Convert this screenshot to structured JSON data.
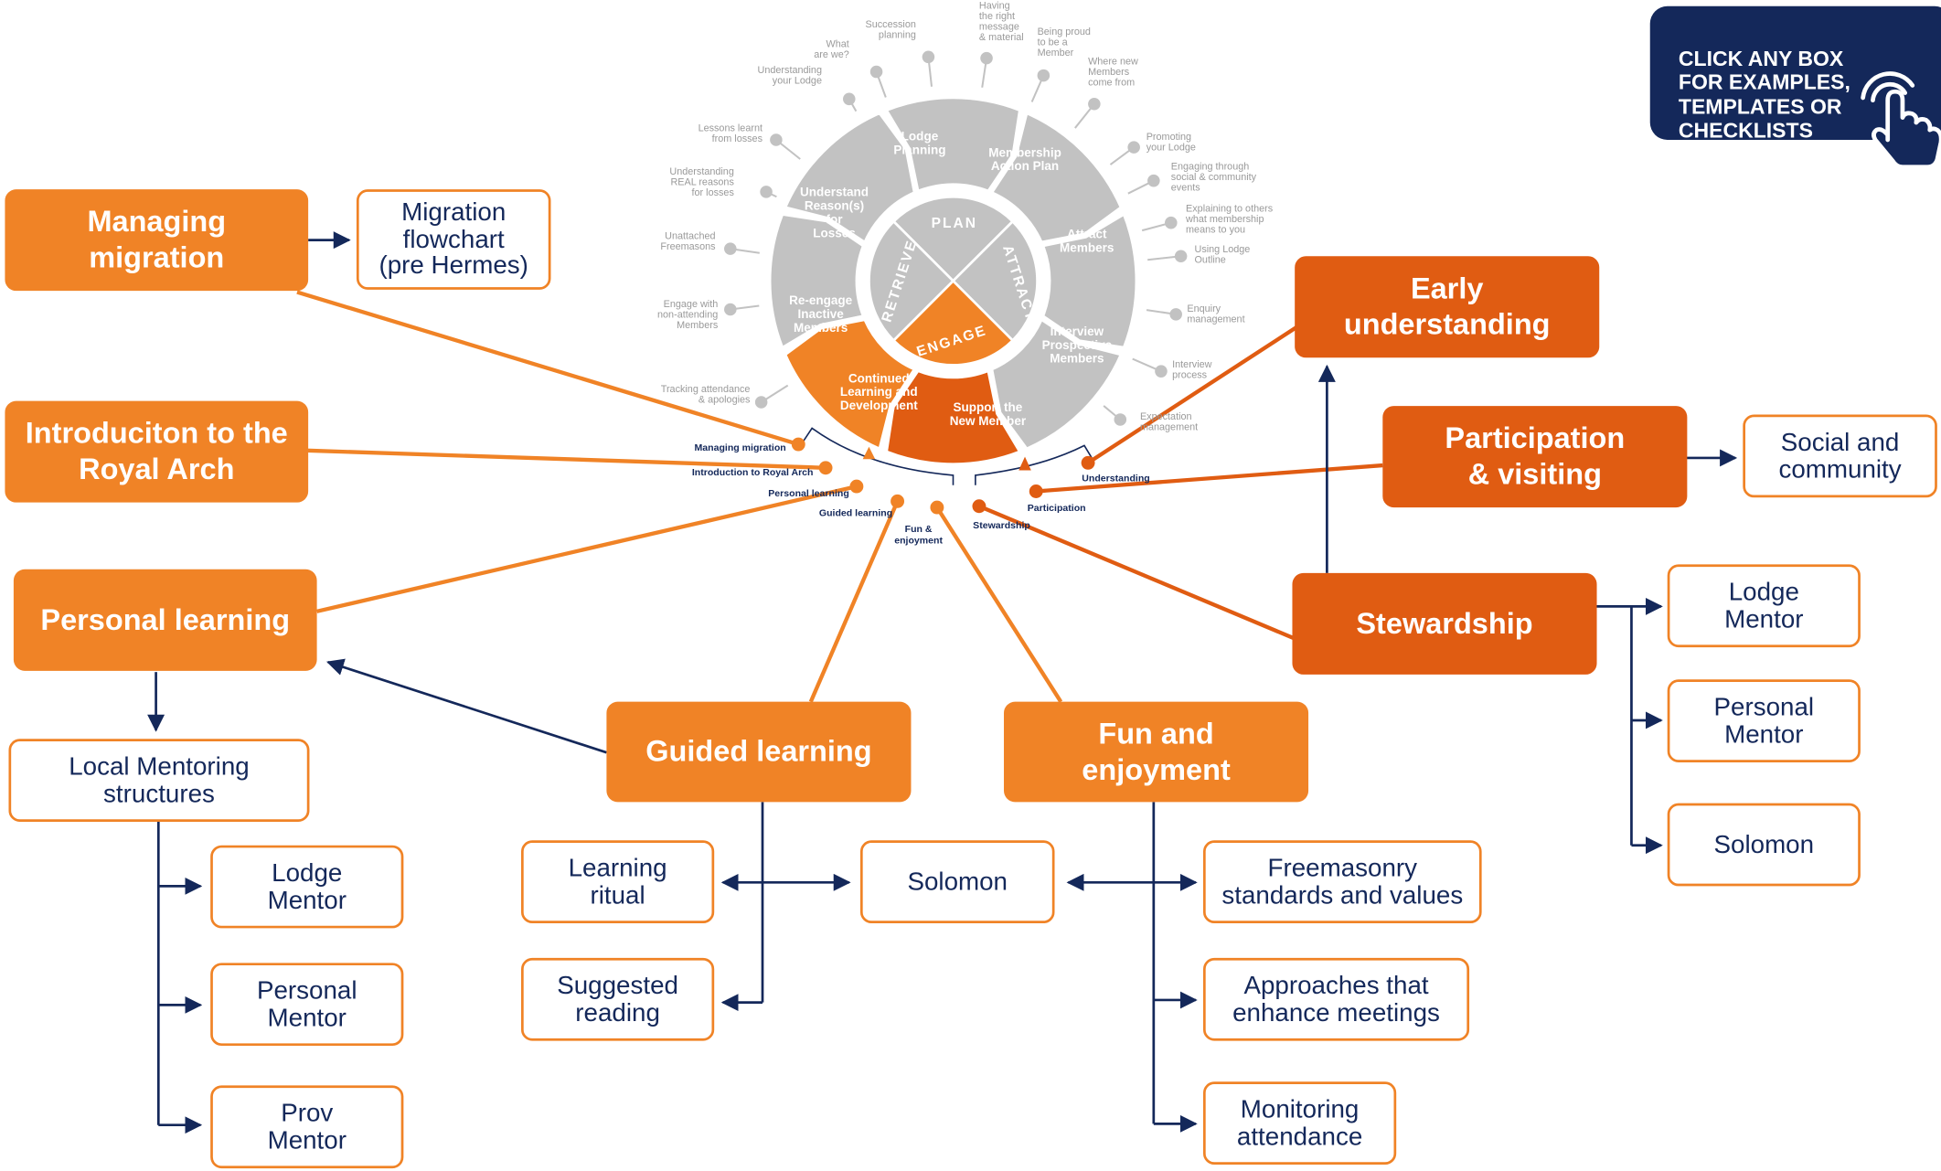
{
  "cta_label": "CLICK ANY BOX\nFOR EXAMPLES,\nTEMPLATES OR\nCHECKLISTS",
  "colors": {
    "orange": "#f08326",
    "dark_orange": "#e05c12",
    "navy": "#14285a",
    "grey": "#c2c2c2",
    "label_grey": "#9a9a9a"
  },
  "wheel": {
    "hub": {
      "plan": "PLAN",
      "attract": "ATTRACT",
      "engage": "ENGAGE",
      "retrieve": "RETRIEVE"
    },
    "segments": [
      {
        "label": "Lodge\nPlanning"
      },
      {
        "label": "Membership\nAction Plan"
      },
      {
        "label": "Attract\nMembers"
      },
      {
        "label": "Interview\nProspective\nMembers"
      },
      {
        "label": "Support the\nNew Member"
      },
      {
        "label": "Continued\nLearning and\nDevelopment"
      },
      {
        "label": "Re-engage\nInactive\nMembers"
      },
      {
        "label": "Understand\nReason(s)\nfor\nLosses"
      }
    ],
    "outer_labels": [
      "Succession\nplanning",
      "What\nare we?",
      "Understanding\nyour Lodge",
      "Having\nthe right\nmessage\n& material",
      "Being proud\nto be a\nMember",
      "Where new\nMembers\ncome from",
      "Promoting\nyour Lodge",
      "Engaging through\nsocial & community\nevents",
      "Explaining to others\nwhat membership\nmeans to you",
      "Using Lodge\nOutline",
      "Enquiry\nmanagement",
      "Interview\nprocess",
      "Expectation\nmanagement",
      "Lessons learnt\nfrom losses",
      "Understanding\nREAL reasons\nfor losses",
      "Unattached\nFreemasons",
      "Engage with\nnon-attending\nMembers",
      "Tracking attendance\n& apologies"
    ],
    "connectors": [
      "Managing migration",
      "Introduction to Royal Arch",
      "Personal learning",
      "Guided learning",
      "Fun &\nenjoyment",
      "Stewardship",
      "Participation",
      "Understanding"
    ]
  },
  "boxes": {
    "managing_migration": "Managing\nmigration",
    "migration_flowchart": "Migration\nflowchart\n(pre Hermes)",
    "intro_royal_arch": "Introduciton to the\nRoyal Arch",
    "personal_learning": "Personal learning",
    "local_mentoring": "Local Mentoring\nstructures",
    "pl_lodge_mentor": "Lodge\nMentor",
    "pl_personal_mentor": "Personal\nMentor",
    "pl_prov_mentor": "Prov\nMentor",
    "guided_learning": "Guided learning",
    "learning_ritual": "Learning\nritual",
    "suggested_reading": "Suggested\nreading",
    "solomon_center": "Solomon",
    "fun_enjoyment": "Fun and\nenjoyment",
    "freemasonry_standards": "Freemasonry\nstandards and values",
    "approaches": "Approaches that\nenhance meetings",
    "monitoring": "Monitoring\nattendance",
    "early_understanding": "Early\nunderstanding",
    "participation": "Participation\n& visiting",
    "social_community": "Social and\ncommunity",
    "stewardship": "Stewardship",
    "st_lodge_mentor": "Lodge\nMentor",
    "st_personal_mentor": "Personal\nMentor",
    "st_solomon": "Solomon"
  }
}
